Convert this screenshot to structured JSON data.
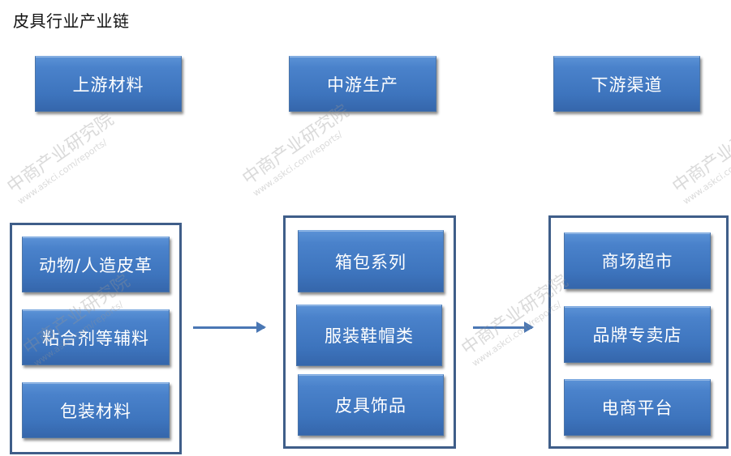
{
  "title": "皮具行业产业链",
  "stages": [
    {
      "header": "上游材料",
      "items": [
        "动物/人造皮革",
        "粘合剂等辅料",
        "包装材料"
      ]
    },
    {
      "header": "中游生产",
      "items": [
        "箱包系列",
        "服装鞋帽类",
        "皮具饰品"
      ]
    },
    {
      "header": "下游渠道",
      "items": [
        "商场超市",
        "品牌专卖店",
        "电商平台"
      ]
    }
  ],
  "watermark": {
    "name": "中商产业研究院",
    "url": "www.askci.com/reports/"
  },
  "colors": {
    "box": "#4a82cb",
    "container_border": "#3f5e89",
    "arrow": "#4a77b4"
  }
}
